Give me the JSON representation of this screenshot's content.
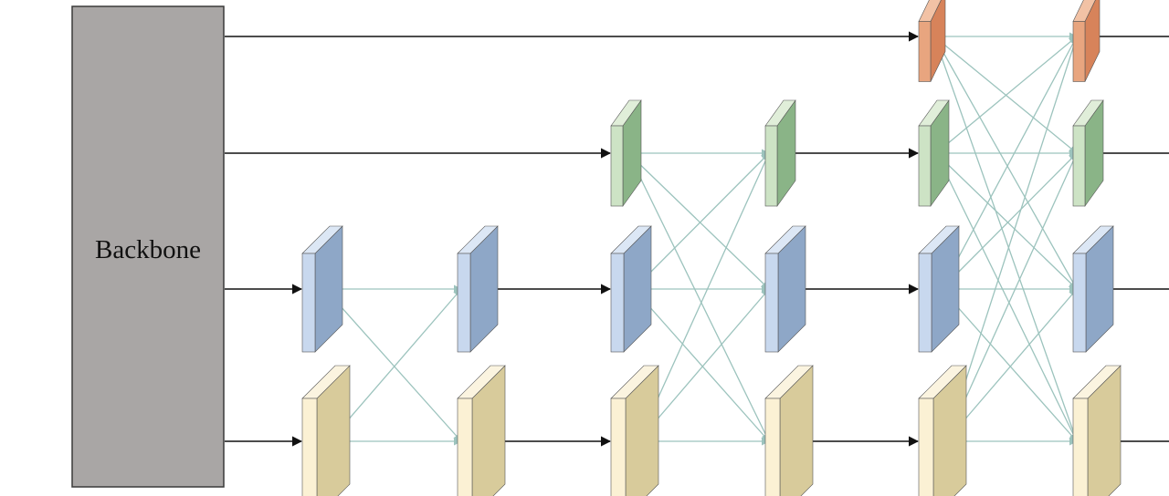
{
  "backbone": {
    "label": "Backbone",
    "fill": "#a9a6a5",
    "stroke": "#3a3a3a"
  },
  "colors": {
    "level_orange": {
      "front": "#e8a57f",
      "side": "#d7835a",
      "top": "#f2c2a5"
    },
    "level_green": {
      "front": "#cde3c5",
      "side": "#8ab487",
      "top": "#e0eed9"
    },
    "level_blue": {
      "front": "#c8d8ee",
      "side": "#8ea7c7",
      "top": "#dce7f5"
    },
    "level_beige": {
      "front": "#fbf1d4",
      "side": "#d8cb9b",
      "top": "#fbf4e0"
    },
    "cross_connection": "#9cc3bd",
    "straight_connection": "#111111"
  },
  "stages": [
    {
      "name": "stage-1",
      "levels": [
        "blue",
        "beige"
      ]
    },
    {
      "name": "stage-2",
      "levels": [
        "green",
        "blue",
        "beige"
      ]
    },
    {
      "name": "stage-3",
      "levels": [
        "orange",
        "green",
        "blue",
        "beige"
      ]
    }
  ]
}
